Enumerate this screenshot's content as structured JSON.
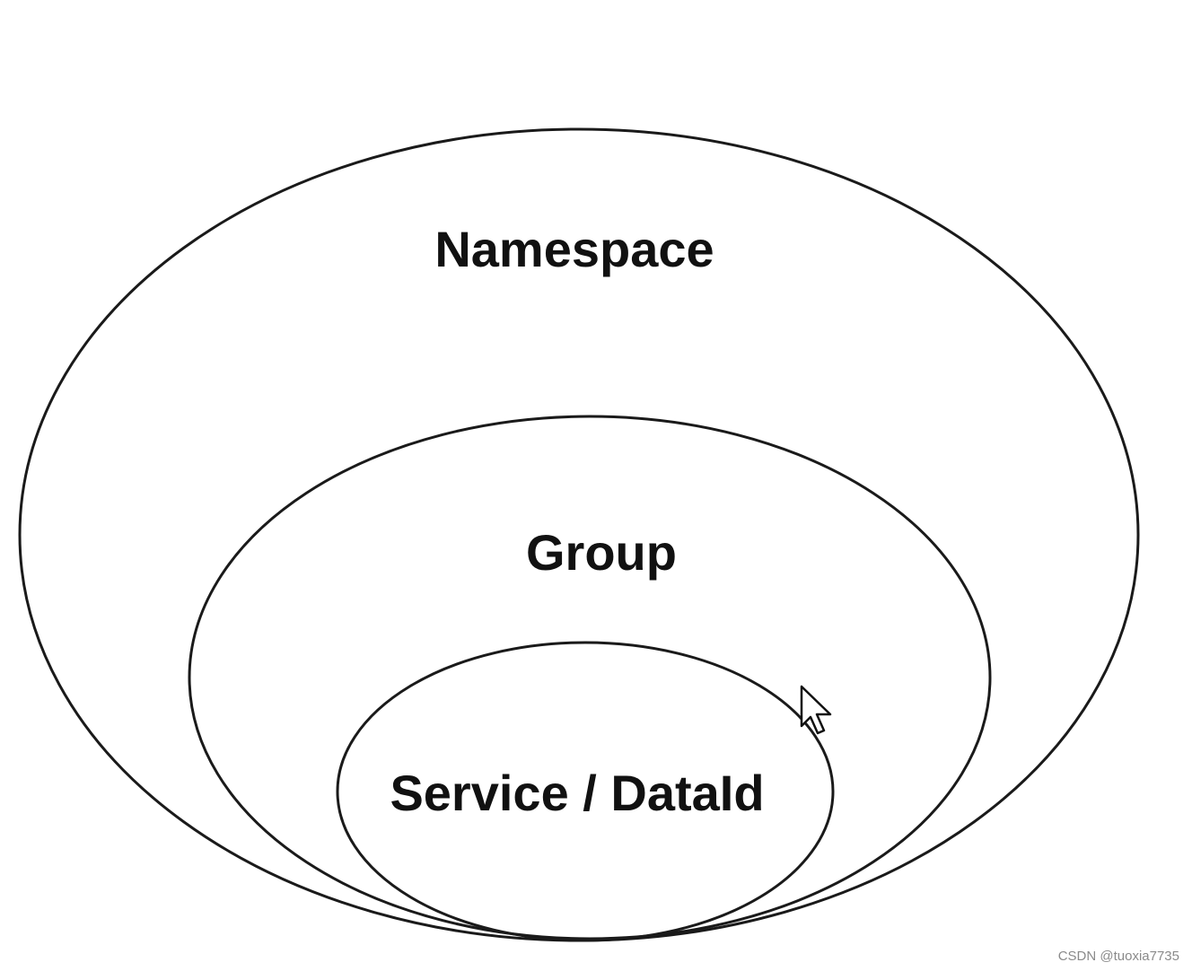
{
  "diagram": {
    "outer_label": "Namespace",
    "middle_label": "Group",
    "inner_label": "Service / DataId"
  },
  "watermark": "CSDN @tuoxia7735",
  "icons": {
    "cursor": "mouse-pointer-icon"
  }
}
